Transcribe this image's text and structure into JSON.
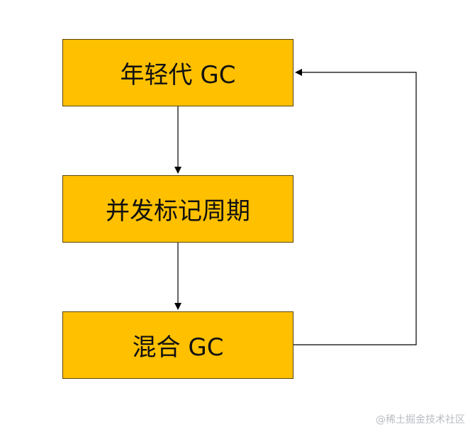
{
  "diagram": {
    "nodes": [
      {
        "id": "young-gc",
        "label": "年轻代 GC"
      },
      {
        "id": "concurrent-marking",
        "label": "并发标记周期"
      },
      {
        "id": "mixed-gc",
        "label": "混合 GC"
      }
    ],
    "edges": [
      {
        "from": "young-gc",
        "to": "concurrent-marking"
      },
      {
        "from": "concurrent-marking",
        "to": "mixed-gc"
      },
      {
        "from": "mixed-gc",
        "to": "young-gc"
      }
    ],
    "colors": {
      "node_fill": "#FFC000",
      "node_border": "#5a4500",
      "line": "#000000"
    }
  },
  "watermark": "@稀土掘金技术社区"
}
